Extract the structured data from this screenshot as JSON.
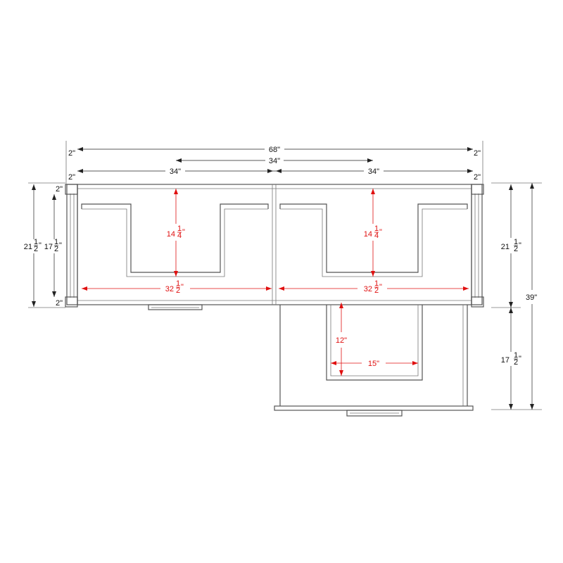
{
  "dimensions": {
    "overall_width": "68\"",
    "top_end_left": "2\"",
    "top_end_right": "2\"",
    "half_width_center": "34\"",
    "inner_end_left": "2\"",
    "inner_end_right": "2\"",
    "section_left": "34\"",
    "section_right": "34\"",
    "left_top_thickness": "2\"",
    "left_bottom_thickness": "2\"",
    "left_outer_height": "21",
    "left_inner_height": "17",
    "right_upper_height": "21",
    "right_lower_height": "17",
    "overall_depth": "39\"",
    "cutout_depth_left": "14",
    "cutout_depth_right": "14",
    "span_left": "32",
    "span_right": "32",
    "lower_cutout_depth": "12\"",
    "lower_cutout_width": "15\""
  },
  "fraction": {
    "num": "1",
    "den": "2",
    "den_quarter": "4",
    "inch": "\""
  },
  "colors": {
    "outline": "#555555",
    "dimension": "#222222",
    "inner_dimension": "#e01010"
  }
}
